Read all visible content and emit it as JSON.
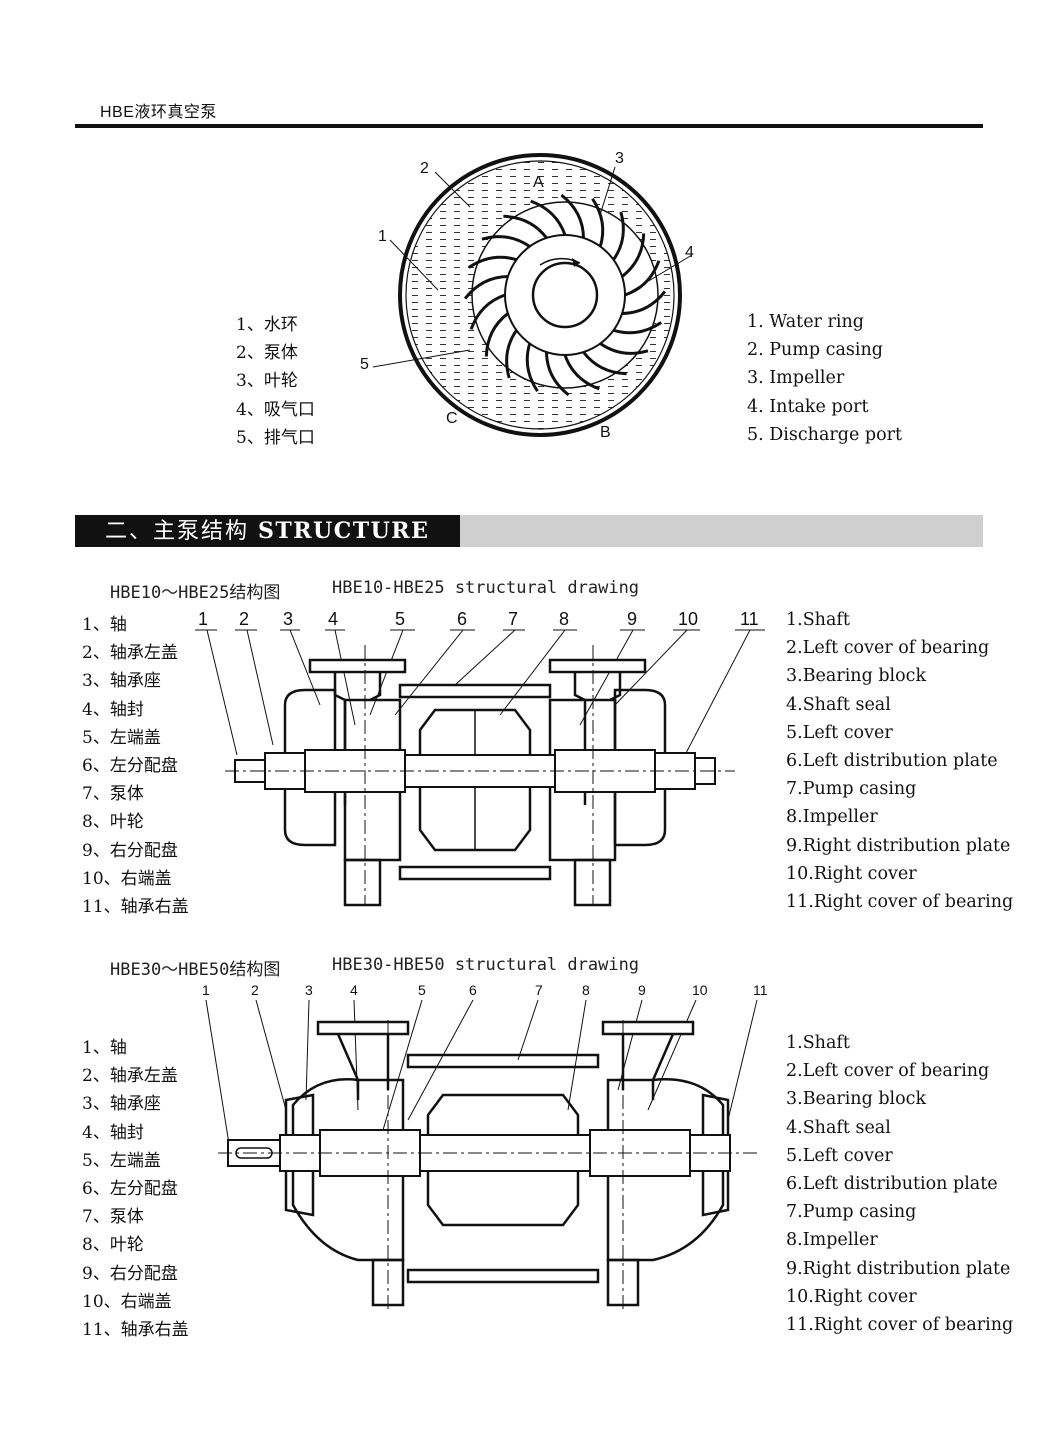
{
  "header": {
    "title": "HBE液环真空泵"
  },
  "principle": {
    "labels_cn": [
      "1、水环",
      "2、泵体",
      "3、叶轮",
      "4、吸气口",
      "5、排气口"
    ],
    "labels_en": [
      "1. Water ring",
      "2. Pump casing",
      "3. Impeller",
      "4. Intake port",
      "5. Discharge port"
    ],
    "callouts": [
      "1",
      "2",
      "3",
      "4",
      "5"
    ],
    "points": [
      "A",
      "B",
      "C"
    ]
  },
  "section": {
    "cn": "二、主泵结构",
    "en": "STRUCTURE"
  },
  "drawing1": {
    "title_cn": "HBE10～HBE25结构图",
    "title_en": "HBE10-HBE25 structural drawing",
    "callouts": [
      "1",
      "2",
      "3",
      "4",
      "5",
      "6",
      "7",
      "8",
      "9",
      "10",
      "11"
    ]
  },
  "drawing2": {
    "title_cn": "HBE30～HBE50结构图",
    "title_en": "HBE30-HBE50 structural drawing",
    "callouts": [
      "1",
      "2",
      "3",
      "4",
      "5",
      "6",
      "7",
      "8",
      "9",
      "10",
      "11"
    ]
  },
  "parts_cn": [
    "1、轴",
    "2、轴承左盖",
    "3、轴承座",
    "4、轴封",
    "5、左端盖",
    "6、左分配盘",
    "7、泵体",
    "8、叶轮",
    "9、右分配盘",
    "10、右端盖",
    "11、轴承右盖"
  ],
  "parts_en": [
    "1.Shaft",
    "2.Left cover of bearing",
    "3.Bearing block",
    "4.Shaft seal",
    "5.Left cover",
    "6.Left distribution plate",
    "7.Pump casing",
    "8.Impeller",
    "9.Right distribution plate",
    "10.Right cover",
    "11.Right cover of bearing"
  ]
}
